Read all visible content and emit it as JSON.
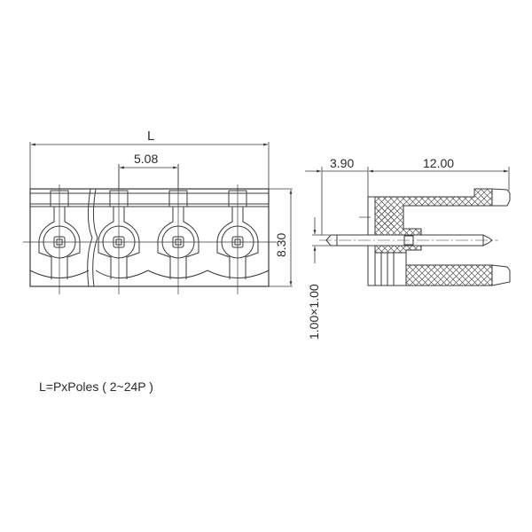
{
  "drawing": {
    "front_view": {
      "overall_length_label": "L",
      "pitch_label": "5.08",
      "height_label": "8.30",
      "pole_count_shown": 4
    },
    "side_view": {
      "pin_offset_label": "3.90",
      "length_label": "12.00",
      "pin_section_label": "1.00×1.00"
    },
    "note": "L=PxPoles ( 2~24P )"
  },
  "colors": {
    "line": "#3a3a3a",
    "background": "#ffffff"
  }
}
